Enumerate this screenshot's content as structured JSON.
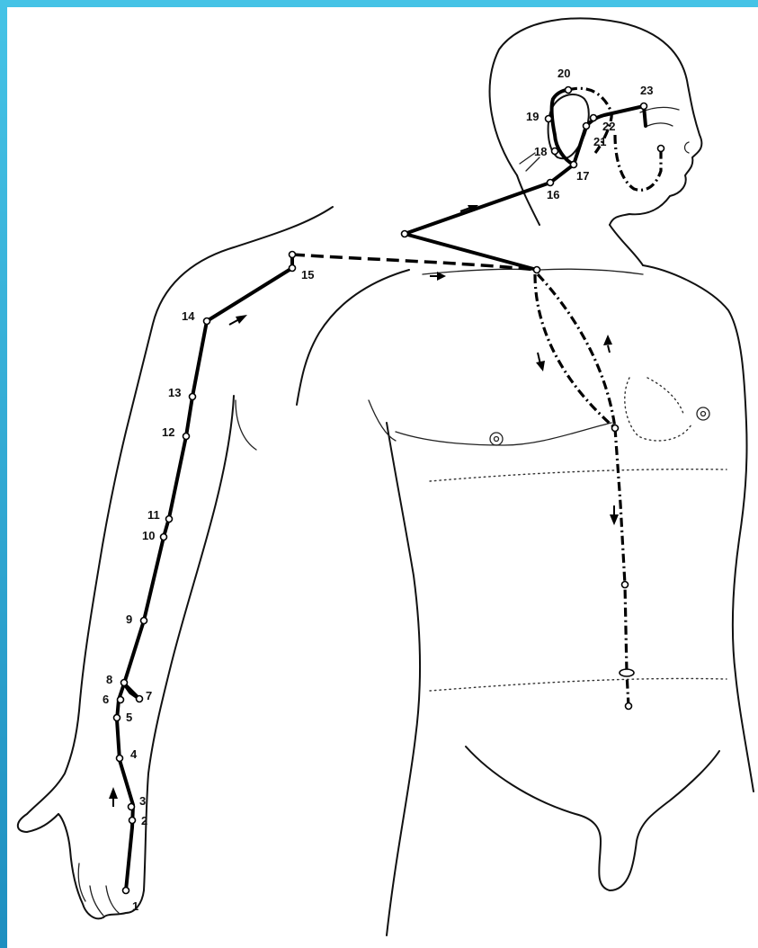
{
  "points": [
    {
      "id": "1",
      "label": "1"
    },
    {
      "id": "2",
      "label": "2"
    },
    {
      "id": "3",
      "label": "3"
    },
    {
      "id": "4",
      "label": "4"
    },
    {
      "id": "5",
      "label": "5"
    },
    {
      "id": "6",
      "label": "6"
    },
    {
      "id": "7",
      "label": "7"
    },
    {
      "id": "8",
      "label": "8"
    },
    {
      "id": "9",
      "label": "9"
    },
    {
      "id": "10",
      "label": "10"
    },
    {
      "id": "11",
      "label": "11"
    },
    {
      "id": "12",
      "label": "12"
    },
    {
      "id": "13",
      "label": "13"
    },
    {
      "id": "14",
      "label": "14"
    },
    {
      "id": "15",
      "label": "15"
    },
    {
      "id": "16",
      "label": "16"
    },
    {
      "id": "17",
      "label": "17"
    },
    {
      "id": "18",
      "label": "18"
    },
    {
      "id": "19",
      "label": "19"
    },
    {
      "id": "20",
      "label": "20"
    },
    {
      "id": "21",
      "label": "21"
    },
    {
      "id": "22",
      "label": "22"
    },
    {
      "id": "23",
      "label": "23"
    }
  ],
  "colors": {
    "frame": "#2fb3d6",
    "ink": "#000000",
    "paper": "#ffffff"
  }
}
